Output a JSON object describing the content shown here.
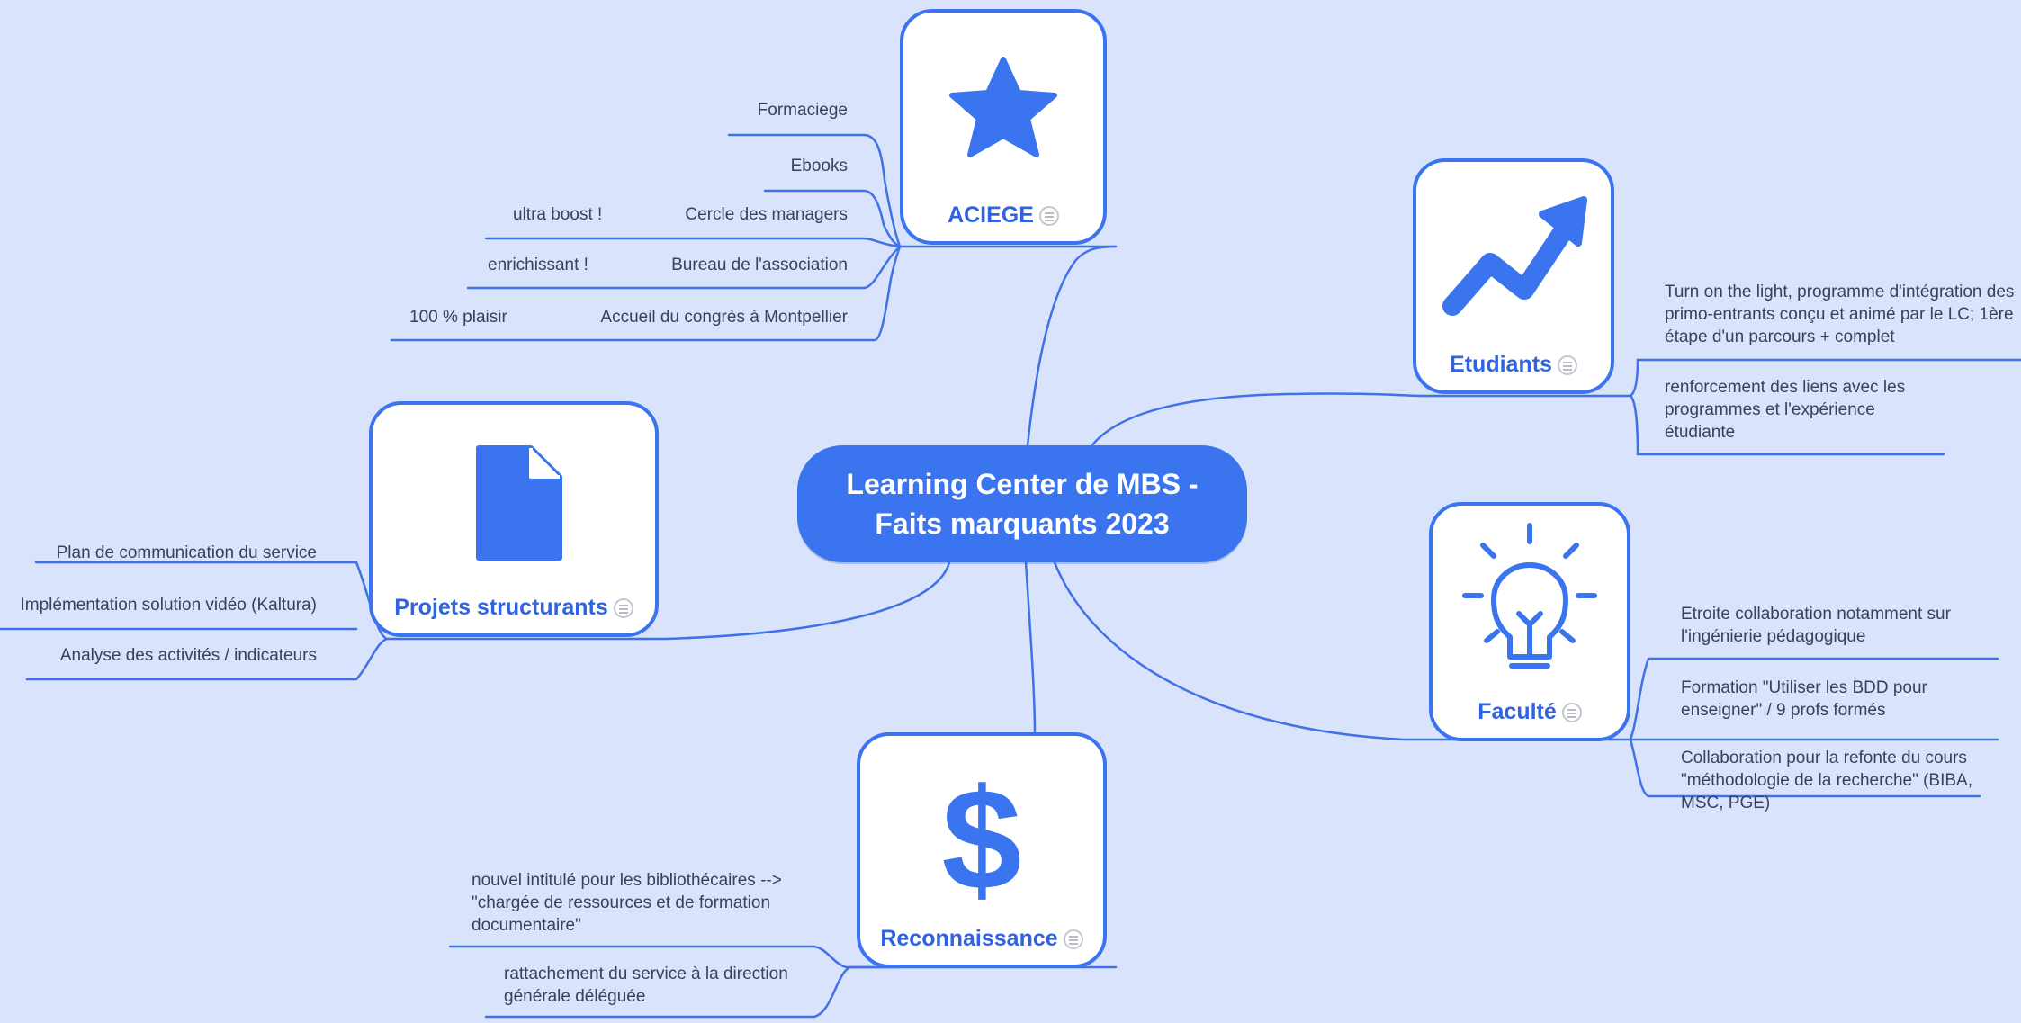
{
  "central": {
    "line1": "Learning Center de MBS -",
    "line2": "Faits marquants 2023"
  },
  "branches": {
    "aciege": {
      "title": "ACIEGE",
      "icon": "star-icon",
      "items": [
        {
          "label": "Formaciege"
        },
        {
          "label": "Ebooks"
        },
        {
          "label": "Cercle des managers",
          "note": "ultra boost !"
        },
        {
          "label": "Bureau de l'association",
          "note": "enrichissant !"
        },
        {
          "label": "Accueil du congrès à Montpellier",
          "note": "100 % plaisir"
        }
      ]
    },
    "etudiants": {
      "title": "Etudiants",
      "icon": "trend-up-icon",
      "items": [
        {
          "label": "Turn on the light, programme d'intégration des primo-entrants conçu et animé par le LC; 1ère étape d'un parcours + complet"
        },
        {
          "label": "renforcement des liens avec les programmes et l'expérience étudiante"
        }
      ]
    },
    "projets": {
      "title": "Projets structurants",
      "icon": "document-icon",
      "items": [
        {
          "label": "Plan de communication du service"
        },
        {
          "label": "Implémentation solution vidéo (Kaltura)"
        },
        {
          "label": "Analyse des activités / indicateurs"
        }
      ]
    },
    "faculte": {
      "title": "Faculté",
      "icon": "lightbulb-icon",
      "items": [
        {
          "label": "Etroite collaboration notamment sur l'ingénierie pédagogique"
        },
        {
          "label": "Formation \"Utiliser les BDD pour enseigner\" / 9 profs formés"
        },
        {
          "label": "Collaboration pour la refonte du cours \"méthodologie de la recherche\" (BIBA, MSC, PGE)"
        }
      ]
    },
    "reconnaissance": {
      "title": "Reconnaissance",
      "icon": "dollar-icon",
      "items": [
        {
          "label": "nouvel intitulé pour les bibliothécaires --> \"chargée de ressources et de formation documentaire\""
        },
        {
          "label": "rattachement du service à la direction générale déléguée"
        }
      ]
    }
  },
  "colors": {
    "background": "#d9e3fb",
    "accent": "#3a74ee",
    "line": "#3f72e6",
    "text": "#3c4255"
  }
}
